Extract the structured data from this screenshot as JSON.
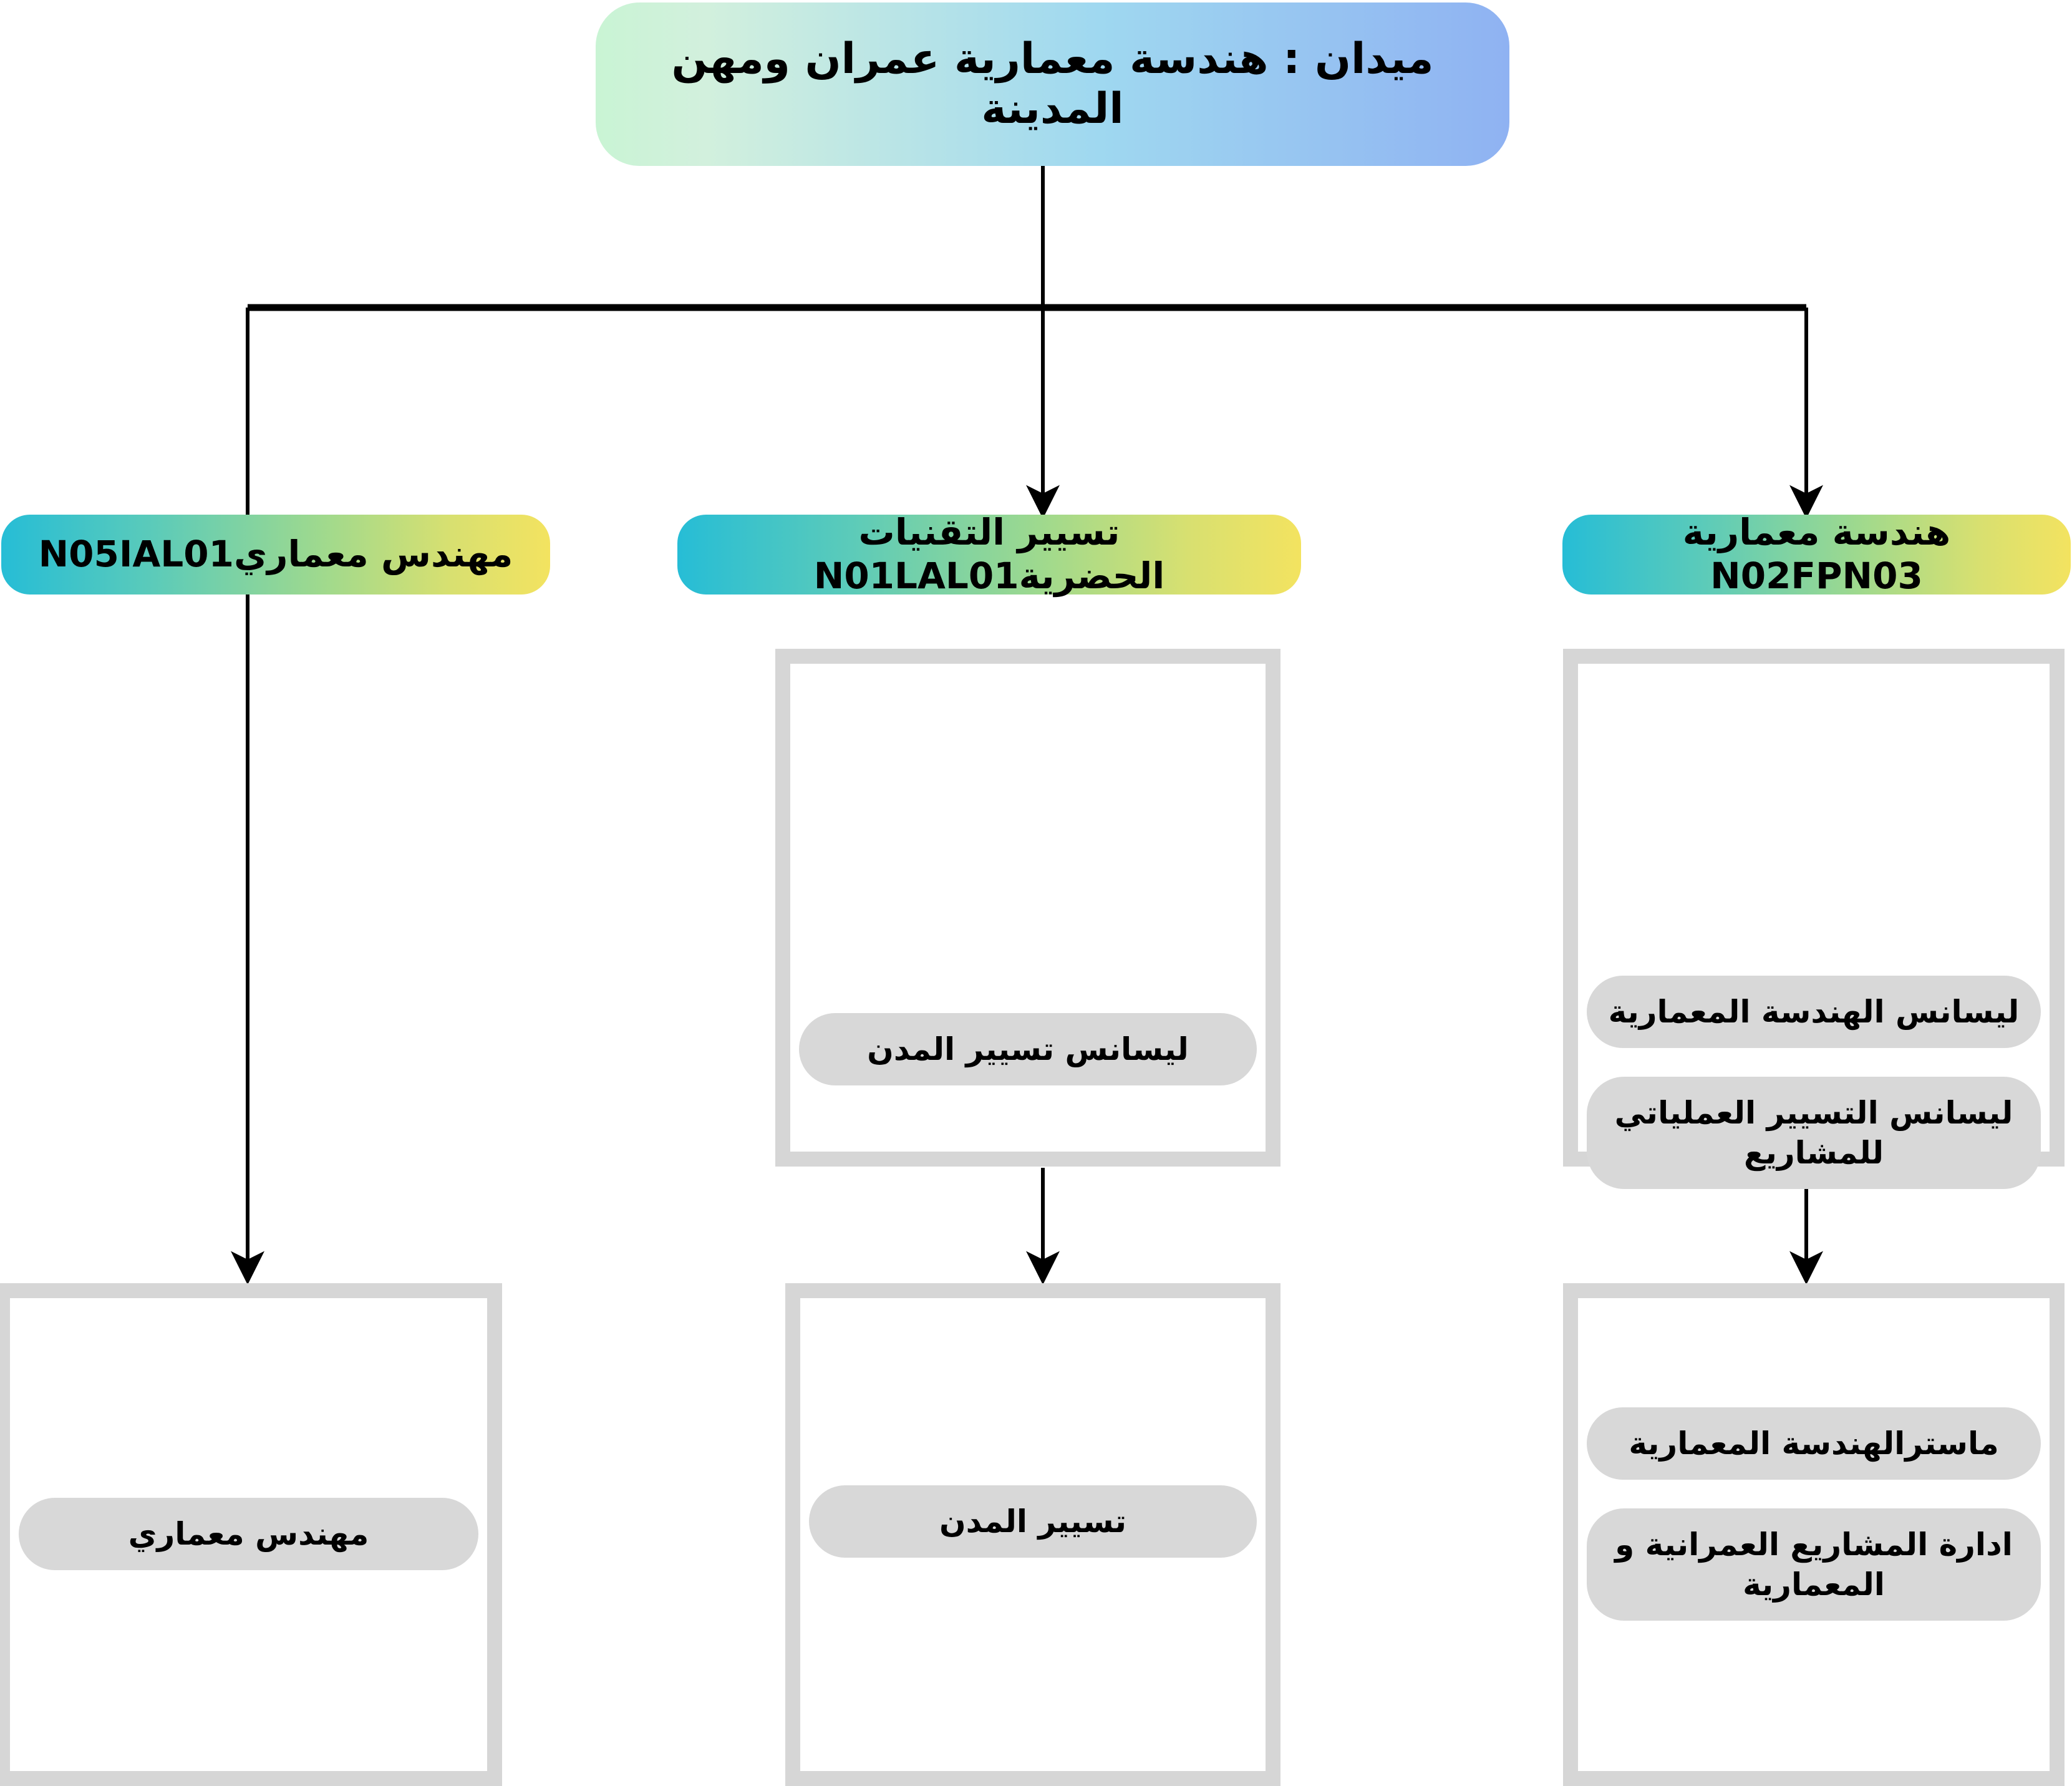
{
  "diagram": {
    "title_node": {
      "label": "ميدان : هندسة معمارية عمران ومهن المدينة"
    },
    "branches": [
      {
        "code_label": "مهندس معماريN05IAL01",
        "licence_items": [],
        "outcome_items": [
          "مهندس معماري"
        ]
      },
      {
        "code_label": "تسيير التقنيات الحضريةN01LAL01",
        "licence_items": [
          "ليسانس تسيير المدن"
        ],
        "outcome_items": [
          "تسيير المدن"
        ]
      },
      {
        "code_label": "هندسة معمارية N02FPN03",
        "licence_items": [
          "ليسانس الهندسة المعمارية",
          "ليسانس التسيير العملياتي للمشاريع"
        ],
        "outcome_items": [
          "ماسترالهندسة المعمارية",
          "ادارة المشاريع العمرانية و المعمارية"
        ]
      }
    ],
    "colors": {
      "root_gradient_start": "#c9f4d4",
      "root_gradient_end": "#8fb2f2",
      "branch_gradient_start": "#26bdd6",
      "branch_gradient_mid": "#9ed98e",
      "branch_gradient_end": "#f3e360",
      "box_border": "#d6d6d6",
      "pill_fill": "#d8d8d8",
      "edge_stroke": "#000000",
      "background": "#ffffff"
    }
  }
}
